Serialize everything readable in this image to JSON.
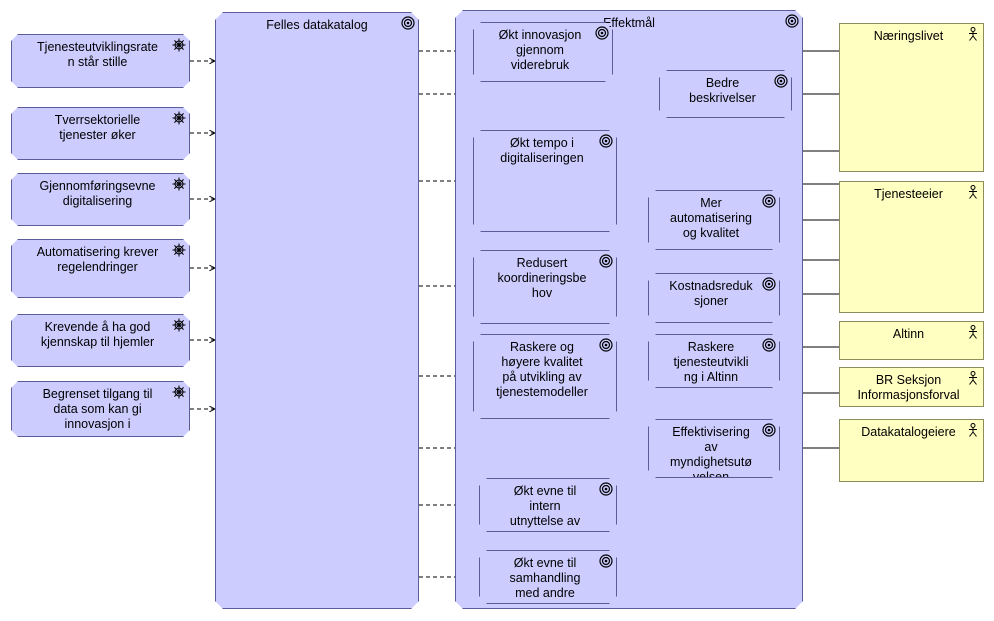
{
  "drivers": [
    {
      "id": "d1",
      "label": "Tjenesteutviklingsrate\nn står stille"
    },
    {
      "id": "d2",
      "label": "Tverrsektorielle\ntjenester øker"
    },
    {
      "id": "d3",
      "label": "Gjennomføringsevne\ndigitalisering"
    },
    {
      "id": "d4",
      "label": "Automatisering krever\nregelendringer"
    },
    {
      "id": "d5",
      "label": "Krevende å ha god\nkjennskap til hjemler"
    },
    {
      "id": "d6",
      "label": "Begrenset tilgang til\ndata som kan gi\ninnovasjon i"
    }
  ],
  "catalog": {
    "label": "Felles datakatalog"
  },
  "effektmal": {
    "label": "Effektmål"
  },
  "goals": [
    {
      "id": "g1",
      "label": "Økt innovasjon\ngjennom\nviderebruk"
    },
    {
      "id": "g2",
      "label": "Bedre\nbeskrivelser"
    },
    {
      "id": "g3",
      "label": "Økt tempo i\ndigitaliseringen"
    },
    {
      "id": "g4",
      "label": "Mer\nautomatisering\nog kvalitet"
    },
    {
      "id": "g5",
      "label": "Redusert\nkoordineringsbe\nhov"
    },
    {
      "id": "g6",
      "label": "Kostnadsreduk\nsjoner"
    },
    {
      "id": "g7",
      "label": "Raskere og\nhøyere kvalitet\npå utvikling av\ntjenestemodeller"
    },
    {
      "id": "g8",
      "label": "Raskere\ntjenesteutvikli\nng i Altinn"
    },
    {
      "id": "g9",
      "label": "Effektivisering\nav\nmyndighetsutø\nvelsen"
    },
    {
      "id": "g10",
      "label": "Økt evne til\nintern\nutnyttelse av"
    },
    {
      "id": "g11",
      "label": "Økt evne til\nsamhandling\nmed andre"
    }
  ],
  "stakeholders": [
    {
      "id": "s1",
      "label": "Næringslivet"
    },
    {
      "id": "s2",
      "label": "Tjenesteeier"
    },
    {
      "id": "s3",
      "label": "Altinn"
    },
    {
      "id": "s4",
      "label": "BR Seksjon\nInformasjonsforval"
    },
    {
      "id": "s5",
      "label": "Datakatalogeiere"
    }
  ],
  "colors": {
    "motivation_fill": "#ccccff",
    "motivation_border": "#5c5c99",
    "actor_fill": "#ffffc2",
    "actor_border": "#8c8c5c",
    "line": "#000000"
  },
  "icons": {
    "driver": "driver-wheel-icon",
    "goal": "goal-target-icon",
    "actor": "actor-stick-figure-icon"
  }
}
